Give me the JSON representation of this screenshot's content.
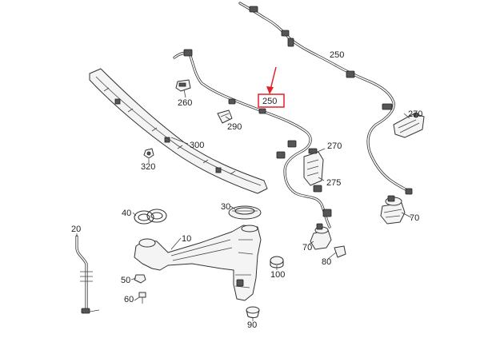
{
  "diagram": {
    "labels": [
      "250",
      "260",
      "290",
      "270",
      "275",
      "300",
      "320",
      "40",
      "30",
      "10",
      "20",
      "50",
      "60",
      "100",
      "90",
      "70",
      "80"
    ],
    "highlight_label": "250",
    "highlight_color": "#e31e24",
    "line_color": "#333333"
  }
}
